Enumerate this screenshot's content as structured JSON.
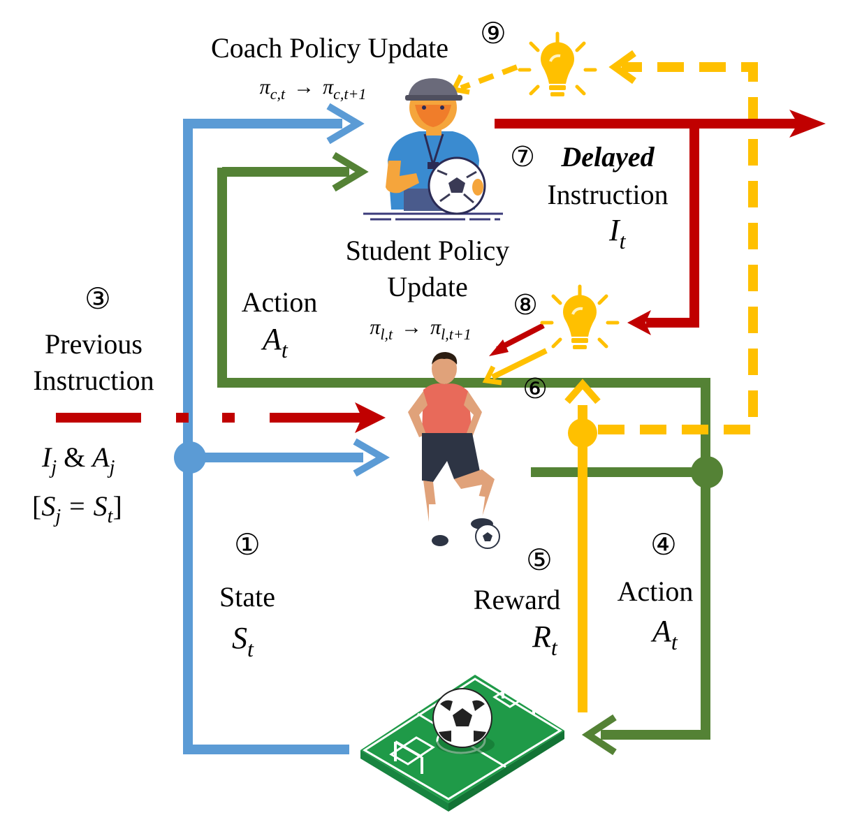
{
  "colors": {
    "state": "#5b9bd5",
    "action": "#548235",
    "instruction": "#c00000",
    "reward": "#ffc000",
    "bulb": "#ffc000"
  },
  "steps": {
    "s1": "①",
    "s3": "③",
    "s4": "④",
    "s5": "⑤",
    "s6": "⑥",
    "s7": "⑦",
    "s8": "⑧",
    "s9": "⑨"
  },
  "labels": {
    "coach_update": "Coach Policy Update",
    "coach_pi_from": "π",
    "coach_pi_from_sub": "c,t",
    "coach_pi_to": "π",
    "coach_pi_to_sub": "c,t+1",
    "arrow_symbol": "→",
    "student_update_line1": "Student Policy",
    "student_update_line2": "Update",
    "student_pi_from": "π",
    "student_pi_from_sub": "l,t",
    "student_pi_to": "π",
    "student_pi_to_sub": "l,t+1",
    "delayed": "Delayed",
    "instruction": "Instruction",
    "instr_sym": "I",
    "instr_sub": "t",
    "previous": "Previous",
    "prev_instruction": "Instruction",
    "prev_I": "I",
    "prev_I_sub": "j",
    "prev_amp": "&",
    "prev_A": "A",
    "prev_A_sub": "j",
    "prev_bracket_open": "[",
    "prev_S": "S",
    "prev_S_sub": "j",
    "prev_eq": "=",
    "prev_St": "S",
    "prev_St_sub": "t",
    "prev_bracket_close": "]",
    "action_left": "Action",
    "action_left_sym": "A",
    "action_left_sub": "t",
    "state": "State",
    "state_sym": "S",
    "state_sub": "t",
    "reward": "Reward",
    "reward_sym": "R",
    "reward_sub": "t",
    "action_right": "Action",
    "action_right_sym": "A",
    "action_right_sub": "t"
  }
}
